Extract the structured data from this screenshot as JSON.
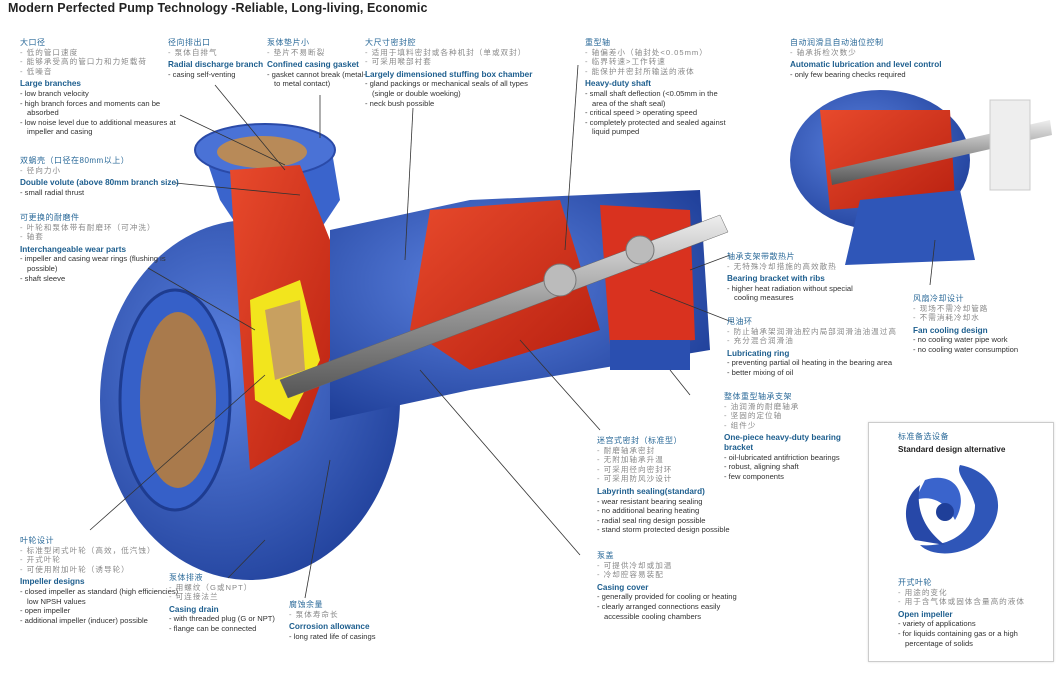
{
  "title": "Modern Perfected Pump Technology -Reliable, Long-living, Economic",
  "colors": {
    "casing_blue": "#2f56b8",
    "cutaway_red": "#d9321f",
    "wear_yellow": "#f2e51d",
    "heading_blue": "#1d5e8e"
  },
  "callouts": [
    {
      "cn_title": "大口径",
      "cn_lines": [
        "低的管口速度",
        "能够承受高的管口力和力矩载荷",
        "低噪音"
      ],
      "en_title": "Large branches",
      "en_lines": [
        "low branch velocity",
        "high branch forces and moments can be absorbed",
        "low noise level due to additional measures at impeller and casing"
      ]
    },
    {
      "cn_title": "径向排出口",
      "cn_lines": [
        "泵体自排气"
      ],
      "en_title": "Radial discharge branch",
      "en_lines": [
        "casing self-venting"
      ]
    },
    {
      "cn_title": "泵体垫片小",
      "cn_lines": [
        "垫片不易断裂"
      ],
      "en_title": "Confined casing gasket",
      "en_lines": [
        "gasket cannot break (metal-to metal contact)"
      ]
    },
    {
      "cn_title": "大尺寸密封腔",
      "cn_lines": [
        "适用于填料密封或各种机封（单或双封）",
        "可采用喉部衬套"
      ],
      "en_title": "Largely dimensioned stuffing box chamber",
      "en_lines": [
        "gland packings or mechanical seals of all types (single or double woeking)",
        "neck bush possible"
      ]
    },
    {
      "cn_title": "重型轴",
      "cn_lines": [
        "轴偏差小（轴封处<0.05mm）",
        "临界转速>工作转速",
        "能保护并密封所输送的液体"
      ],
      "en_title": "Heavy-duty shaft",
      "en_lines": [
        "small shaft deflection (<0.05mm in the area of the shaft seal)",
        "critical speed > operating speed",
        "completely protected and sealed against liquid pumped"
      ]
    },
    {
      "cn_title": "自动润滑且自动油位控制",
      "cn_lines": [
        "轴承拆检次数少"
      ],
      "en_title": "Automatic lubrication and level control",
      "en_lines": [
        "only few bearing checks required"
      ]
    },
    {
      "cn_title": "双蜗壳（口径在80mm以上）",
      "cn_lines": [
        "径向力小"
      ],
      "en_title": "Double volute (above 80mm branch size)",
      "en_lines": [
        "small radial thrust"
      ]
    },
    {
      "cn_title": "可更换的耐磨件",
      "cn_lines": [
        "叶轮和泵体带有耐磨环（可冲洗）",
        "轴套"
      ],
      "en_title": "Interchangeable wear parts",
      "en_lines": [
        "impeller and casing wear rings (flushing is possible)",
        "shaft sleeve"
      ]
    },
    {
      "cn_title": "轴承支架带散热片",
      "cn_lines": [
        "无特殊冷却措施的高效散热"
      ],
      "en_title": "Bearing bracket with ribs",
      "en_lines": [
        "higher heat radiation without special cooling measures"
      ]
    },
    {
      "cn_title": "甩油环",
      "cn_lines": [
        "防止轴承架润滑油腔内局部润滑油油温过高",
        "充分混合润滑油"
      ],
      "en_title": "Lubricating ring",
      "en_lines": [
        "preventing partial oil heating in the bearing area",
        "better mixing of oil"
      ]
    },
    {
      "cn_title": "风扇冷却设计",
      "cn_lines": [
        "现场不需冷却管路",
        "不需消耗冷却水"
      ],
      "en_title": "Fan cooling design",
      "en_lines": [
        "no cooling water pipe work",
        "no cooling water consumption"
      ]
    },
    {
      "cn_title": "整体重型轴承支架",
      "cn_lines": [
        "油润滑的耐磨轴承",
        "坚固的定位轴",
        "组件少"
      ],
      "en_title": "One-piece heavy-duty bearing bracket",
      "en_lines": [
        "oil-lubricated antifriction bearings",
        "robust, aligning shaft",
        "few components"
      ]
    },
    {
      "cn_title": "迷宫式密封（标准型）",
      "cn_lines": [
        "耐磨轴承密封",
        "无附加轴承升温",
        "可采用径向密封环",
        "可采用防风沙设计"
      ],
      "en_title": "Labyrinth sealing(standard)",
      "en_lines": [
        "wear resistant bearing sealing",
        "no additional bearing heating",
        "radial seal ring design possible",
        "stand storm protected design possible"
      ]
    },
    {
      "cn_title": "泵盖",
      "cn_lines": [
        "可提供冷却或加温",
        "冷却腔容易装配"
      ],
      "en_title": "Casing cover",
      "en_lines": [
        "generally provided for cooling or heating",
        "clearly arranged connections easily accessible cooling chambers"
      ]
    },
    {
      "cn_title": "叶轮设计",
      "cn_lines": [
        "标准型闭式叶轮（高效，低汽蚀）",
        "开式叶轮",
        "可使用附加叶轮（诱导轮）"
      ],
      "en_title": "Impeller designs",
      "en_lines": [
        "closed impeller as standard (high efficiencies) low NPSH values",
        "open impeller",
        "additional impeller (inducer) possible"
      ]
    },
    {
      "cn_title": "泵体排液",
      "cn_lines": [
        "用螺纹（G或NPT）",
        "可连接法兰"
      ],
      "en_title": "Casing drain",
      "en_lines": [
        "with threaded plug (G or NPT)",
        "flange can be connected"
      ]
    },
    {
      "cn_title": "腐蚀余量",
      "cn_lines": [
        "泵体寿命长"
      ],
      "en_title": "Corrosion allowance",
      "en_lines": [
        "long rated life of casings"
      ]
    }
  ],
  "alternative": {
    "cn_title": "标准备选设备",
    "en_title": "Standard design alternative",
    "open_impeller": {
      "cn_title": "开式叶轮",
      "cn_lines": [
        "用途的变化",
        "用于含气体或固体含量高的液体"
      ],
      "en_title": "Open impeller",
      "en_lines": [
        "variety of applications",
        "for liquids containing gas or a high percentage of solids"
      ]
    }
  }
}
